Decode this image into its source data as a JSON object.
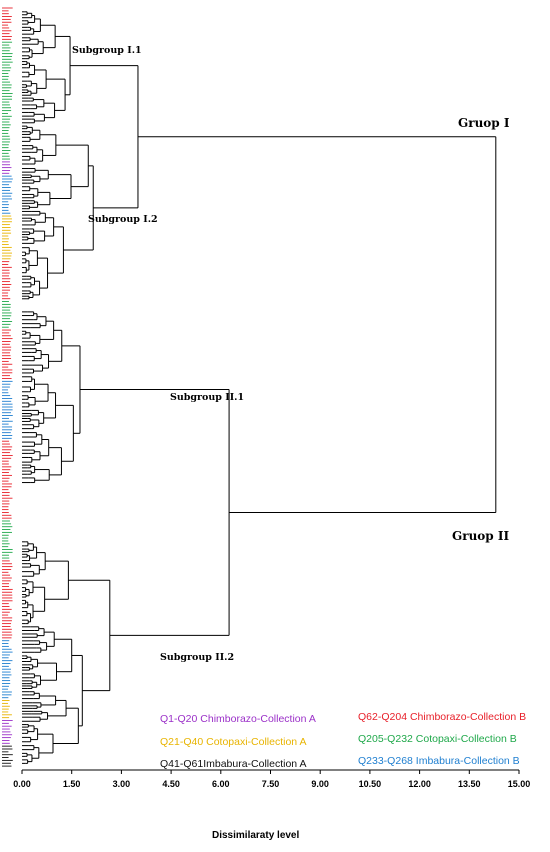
{
  "chart_data": {
    "type": "dendrogram",
    "xlabel": "Dissimilaraty   level",
    "xticks": [
      "0.00",
      "1.50",
      "3.00",
      "4.50",
      "6.00",
      "7.50",
      "9.00",
      "10.50",
      "12.00",
      "13.50",
      "15.00"
    ],
    "xlim": [
      0,
      15
    ],
    "clusters": [
      {
        "label": "Gruop I",
        "height": 14.3
      },
      {
        "label": "Gruop II",
        "height": 14.3
      },
      {
        "label": "Subgroup I.1",
        "height": 3.5
      },
      {
        "label": "Subgroup I.2",
        "height": 3.5
      },
      {
        "label": "Subgroup II.1",
        "height": 6.25
      },
      {
        "label": "Subgroup II.2",
        "height": 6.25
      }
    ],
    "legend": [
      {
        "text": "Q1-Q20  Chimborazo-Collection  A",
        "color": "#9b30c8"
      },
      {
        "text": "Q21-Q40  Cotopaxi-Collection  A",
        "color": "#e8b400"
      },
      {
        "text": "Q41-Q61Imbabura-Collection  A",
        "color": "#111111"
      },
      {
        "text": "Q62-Q204  Chimborazo-Collection  B",
        "color": "#e8202a"
      },
      {
        "text": "Q205-Q232  Cotopaxi-Collection  B",
        "color": "#1fa84a"
      },
      {
        "text": "Q233-Q268  Imbabura-Collection  B",
        "color": "#1f7fd0"
      }
    ]
  }
}
